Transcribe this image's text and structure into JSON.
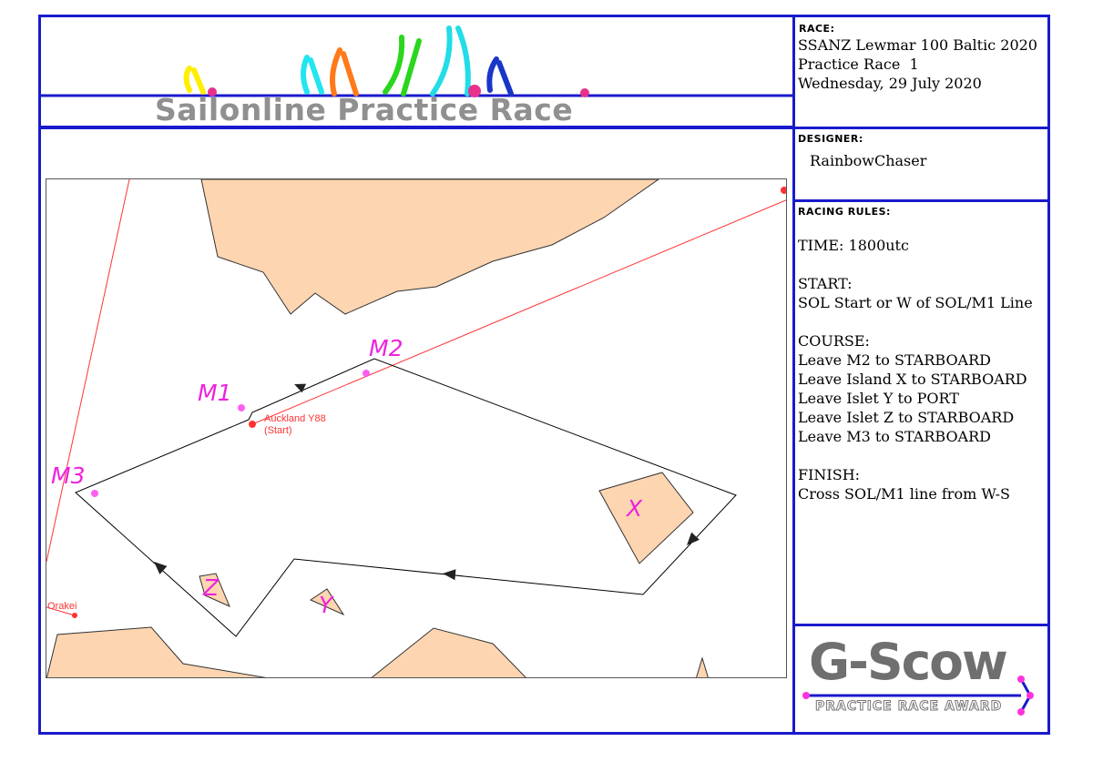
{
  "banner": {
    "title": "Sailonline Practice Race",
    "sail_colors": [
      "#ffee00",
      "#22e5f0",
      "#ff7a1a",
      "#2ad61e",
      "#22dde8",
      "#1a36c8"
    ],
    "accent": "#e8318c",
    "line_color": "#1a1acc"
  },
  "race": {
    "label": "RACE:",
    "lines": [
      "SSANZ Lewmar 100 Baltic 2020",
      "Practice Race  1",
      "Wednesday, 29 July 2020"
    ]
  },
  "designer": {
    "label": "DESIGNER:",
    "name": "RainbowChaser"
  },
  "rules": {
    "label": "RACING RULES:",
    "time": "TIME: 1800utc",
    "start_heading": "START:",
    "start_text": "SOL Start or W of SOL/M1 Line",
    "course_heading": "COURSE:",
    "course_lines": [
      "Leave M2 to STARBOARD",
      "Leave Island X to STARBOARD",
      "Leave Islet Y to PORT",
      "Leave Islet Z to STARBOARD",
      "Leave M3 to STARBOARD"
    ],
    "finish_heading": "FINISH:",
    "finish_text": "Cross SOL/M1 line from W-S"
  },
  "map": {
    "land_color": "#fdd5b1",
    "route_color": "#000000",
    "rhumb_color": "#ff3333",
    "mark_color": "#ff44ee",
    "label_color": "#ee22dd",
    "marks": {
      "m1": "M1",
      "m2": "M2",
      "m3": "M3"
    },
    "islands": {
      "x": "X",
      "y": "Y",
      "z": "Z"
    },
    "start_name": "Auckland Y88",
    "start_note": "(Start)",
    "place_name": "Orakei"
  },
  "award": {
    "logo": "G-Scow",
    "subtitle": "PRACTICE RACE AWARD"
  }
}
